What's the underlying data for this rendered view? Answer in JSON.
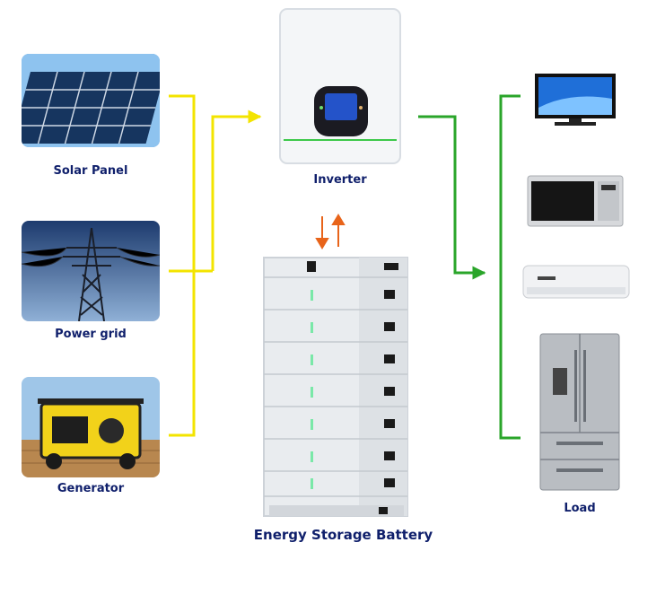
{
  "sources": {
    "solar_label": "Solar Panel",
    "grid_label": "Power grid",
    "generator_label": "Generator"
  },
  "inverter": {
    "label": "Inverter"
  },
  "battery": {
    "label": "Energy Storage Battery"
  },
  "load": {
    "label": "Load"
  },
  "colors": {
    "source_line": "#f3e400",
    "load_line": "#2aa52a",
    "flow_arrow": "#e8641a",
    "label_text": "#0f1f6b"
  },
  "icons": [
    "solar-panel",
    "power-grid",
    "generator",
    "inverter",
    "battery",
    "tv",
    "microwave",
    "air-conditioner",
    "refrigerator"
  ]
}
